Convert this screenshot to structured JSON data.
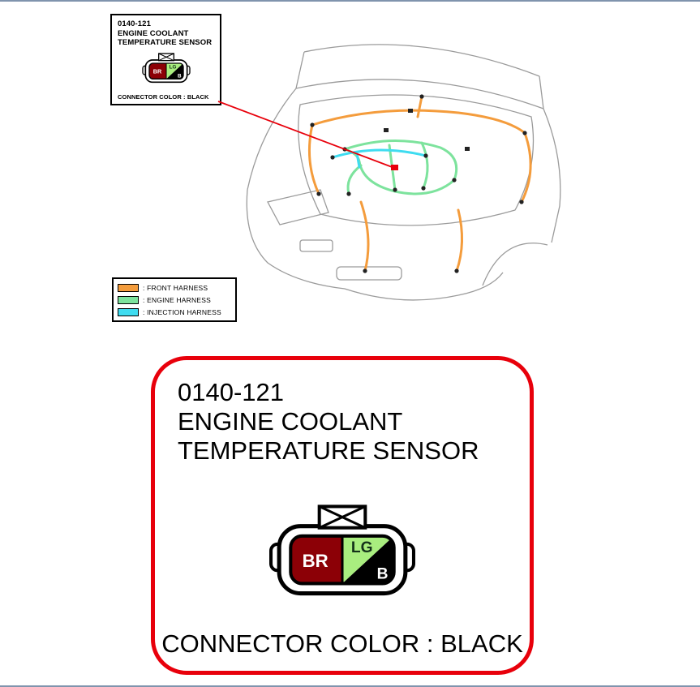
{
  "page": {
    "border_color": "#8094ad",
    "background": "#ffffff"
  },
  "callout": {
    "code": "0140-121",
    "name_line1": "ENGINE COOLANT",
    "name_line2": "TEMPERATURE SENSOR",
    "connector_color_label": "CONNECTOR COLOR : BLACK"
  },
  "legend": {
    "items": [
      {
        "label": ": FRONT HARNESS",
        "color": "#f49c3c"
      },
      {
        "label": ": ENGINE HARNESS",
        "color": "#7de39d"
      },
      {
        "label": ": INJECTION HARNESS",
        "color": "#3fdcf0"
      }
    ]
  },
  "detail_card": {
    "border_color": "#e8000b",
    "code": "0140-121",
    "name_line1": "ENGINE COOLANT",
    "name_line2": "TEMPERATURE SENSOR",
    "connector_color_label": "CONNECTOR COLOR : BLACK"
  },
  "connector": {
    "leader_color": "#e8000b",
    "terminals": {
      "br": {
        "label": "BR",
        "color": "#8c0006",
        "text_color": "#ffffff"
      },
      "lg": {
        "label": "LG",
        "color": "#a9ee7f",
        "text_color": "#14321a"
      },
      "b": {
        "label": "B",
        "color": "#000000",
        "text_color": "#ffffff"
      }
    }
  },
  "illustration": {
    "outline_color": "#9b9b9b",
    "front_harness_color": "#f49c3c",
    "engine_harness_color": "#7de39d",
    "injection_harness_color": "#3fdcf0"
  }
}
